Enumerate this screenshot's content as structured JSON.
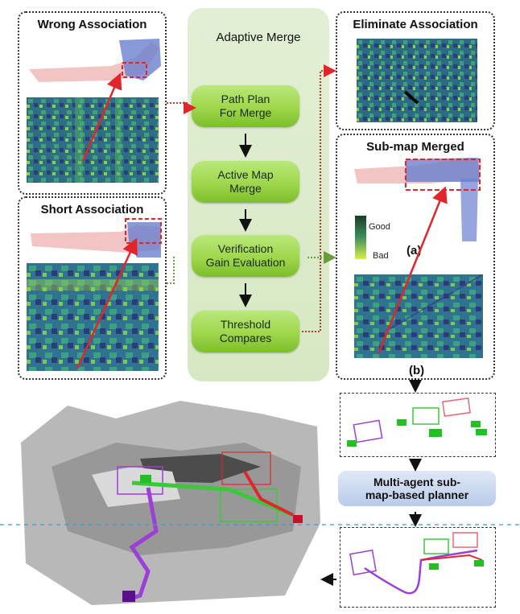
{
  "panels": {
    "wrong": {
      "title": "Wrong Association"
    },
    "short": {
      "title": "Short Association"
    },
    "eliminate": {
      "title": "Eliminate Association"
    },
    "merged": {
      "title": "Sub-map Merged"
    }
  },
  "center": {
    "title": "Adaptive Merge",
    "steps": [
      "Path Plan\nFor Merge",
      "Active Map\nMerge",
      "Verification\nGain Evaluation",
      "Threshold\nCompares"
    ]
  },
  "legend": {
    "good": "Good",
    "bad": "Bad"
  },
  "labels": {
    "a": "(a)",
    "b": "(b)"
  },
  "planner": {
    "label": "Multi-agent sub-\nmap-based planner"
  },
  "colors": {
    "arrow_red": "#e0262b",
    "dotted_red": "#c0392b",
    "dotted_green": "#6a9a3a",
    "step_green": "#9fd64c",
    "path_purple": "#9b3fd6",
    "path_green": "#3cc83c"
  }
}
